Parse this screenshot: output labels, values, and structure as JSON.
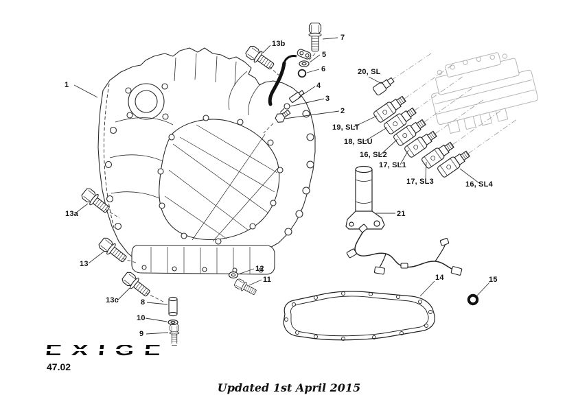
{
  "colors": {
    "ink": "#222222",
    "faint_ink": "#b5b5b5"
  },
  "branding": {
    "logo_text": "EXIGE",
    "section_number": "47.02"
  },
  "footer": {
    "note": "Updated 1st April 2015"
  },
  "callouts": {
    "1": {
      "label": "1"
    },
    "2": {
      "label": "2"
    },
    "3": {
      "label": "3"
    },
    "4": {
      "label": "4"
    },
    "5": {
      "label": "5"
    },
    "6": {
      "label": "6"
    },
    "7": {
      "label": "7"
    },
    "8": {
      "label": "8"
    },
    "9": {
      "label": "9"
    },
    "10": {
      "label": "10"
    },
    "11": {
      "label": "11"
    },
    "12": {
      "label": "12"
    },
    "13": {
      "label": "13"
    },
    "13a": {
      "label": "13a"
    },
    "13b": {
      "label": "13b"
    },
    "13c": {
      "label": "13c"
    },
    "14": {
      "label": "14"
    },
    "15": {
      "label": "15"
    },
    "16sl2": {
      "label": "16, SL2"
    },
    "16sl4": {
      "label": "16, SL4"
    },
    "17sl1": {
      "label": "17, SL1"
    },
    "17sl3": {
      "label": "17, SL3"
    },
    "18slu": {
      "label": "18, SLU"
    },
    "19slt": {
      "label": "19, SLT"
    },
    "20sl": {
      "label": "20, SL"
    },
    "21": {
      "label": "21"
    }
  }
}
